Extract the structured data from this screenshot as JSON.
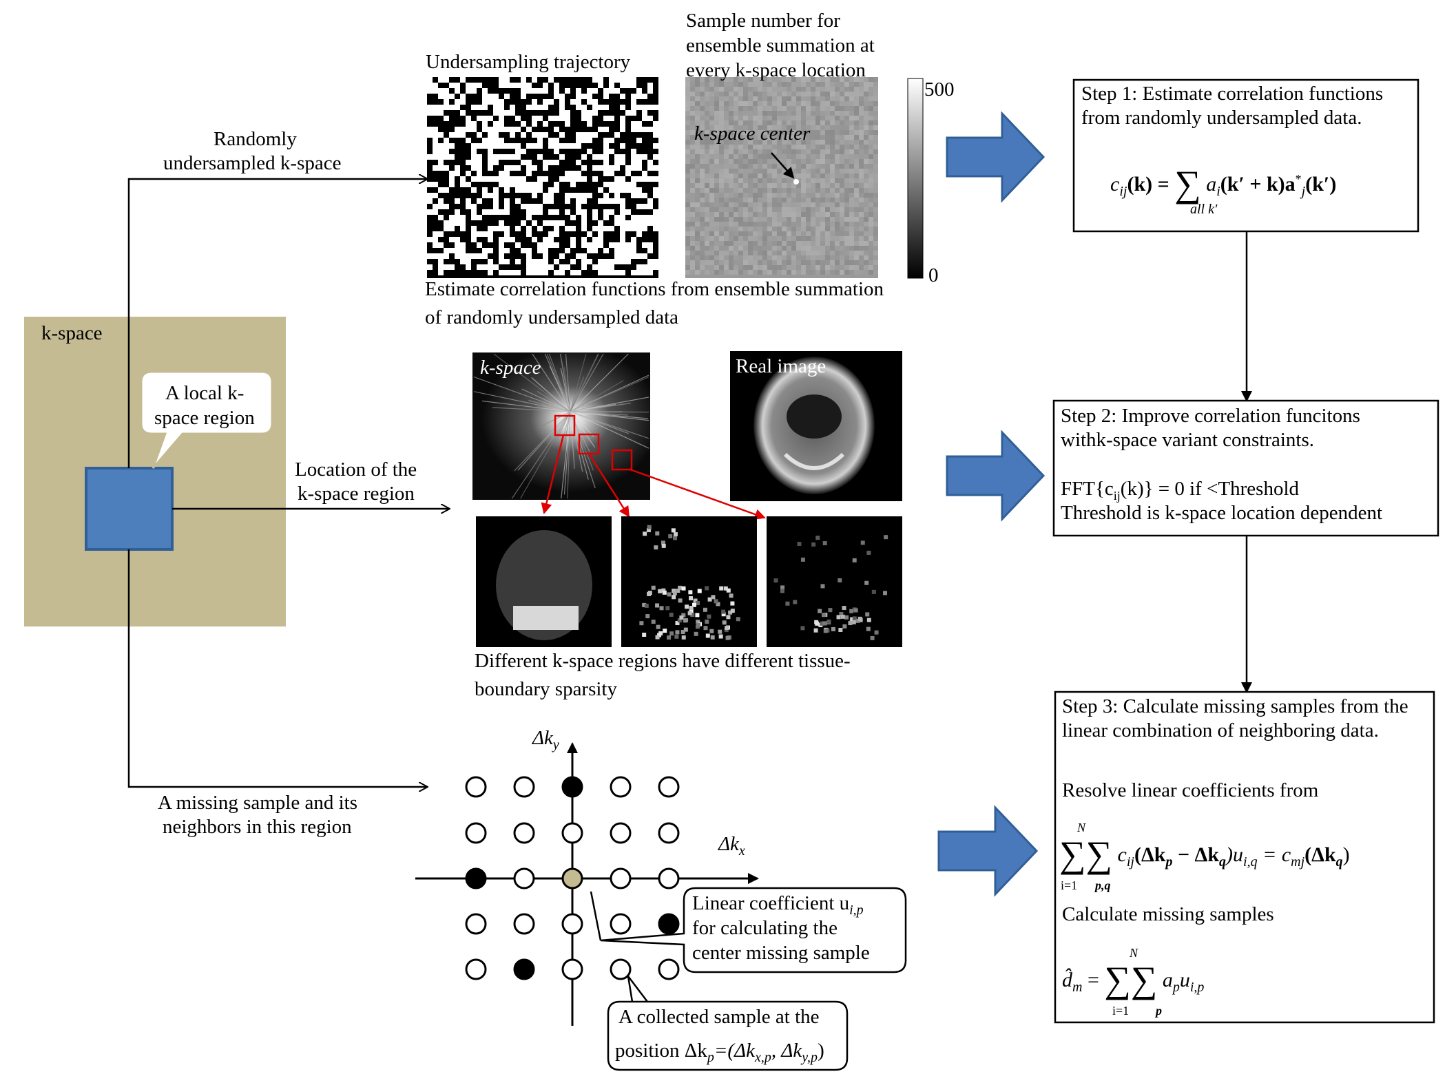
{
  "colors": {
    "kspace_panel": "#c4bb93",
    "local_region": "#4d7fbd",
    "big_arrow": "#4a79bb",
    "red_link": "#e00000",
    "collected_sample": "#000000",
    "center_sample": "#c4bb93"
  },
  "left_panel": {
    "title": "k-space",
    "callout": [
      "A local k-",
      "space region"
    ]
  },
  "branches": {
    "top_label": [
      "Randomly",
      "undersampled k-space"
    ],
    "middle_label": [
      "Location of the",
      "k-space region"
    ],
    "bottom_label": [
      "A missing sample and its",
      "neighbors in this region"
    ]
  },
  "top_row": {
    "trajectory_title": "Undersampling trajectory",
    "sample_title": [
      "Sample number for",
      "ensemble summation at",
      "every k-space location"
    ],
    "kcenter_label": "k-space center",
    "colorbar_max": "500",
    "colorbar_min": "0",
    "caption": [
      "Estimate correlation functions from ensemble summation",
      "of randomly undersampled data"
    ]
  },
  "middle_row": {
    "kspace_image_label": "k-space",
    "real_image_label": "Real image",
    "caption": [
      "Different k-space regions have different tissue-",
      "boundary sparsity"
    ]
  },
  "grid": {
    "axis_y": "Δk",
    "axis_y_sub": "y",
    "axis_x": "Δk",
    "axis_x_sub": "x",
    "callout_coef": [
      "Linear coefficient u",
      "for calculating the",
      "center missing sample"
    ],
    "coef_sub": "i,p",
    "callout_collected_1": "A collected sample at the",
    "callout_collected_2": "position Δk",
    "callout_collected_2_sub": "p",
    "callout_collected_2_rest": "=(Δk",
    "callout_collected_xp": "x,p",
    "callout_collected_comma": ",  Δk",
    "callout_collected_yp": "y,p",
    "callout_collected_close": ")",
    "filled_points": [
      [
        0,
        2
      ],
      [
        1,
        4
      ],
      [
        2,
        0
      ],
      [
        4,
        3
      ]
    ],
    "center_point": [
      2,
      2
    ]
  },
  "steps": {
    "step1": {
      "text": [
        "Step 1: Estimate correlation functions",
        "from randomly undersampled data."
      ],
      "eq_lhs": "c",
      "eq_lhs_sub": "ij",
      "eq_lhs_arg": "(k) =",
      "eq_sum_under": "all k′",
      "eq_rhs": "a",
      "eq_rhs_sub": "i",
      "eq_rhs_arg": "(k′ + k)a",
      "eq_rhs_sup": "*",
      "eq_rhs_sub2": "j",
      "eq_rhs_end": "(k′)"
    },
    "step2": {
      "text": [
        "Step 2: Improve correlation funcitons",
        "withk-space variant constraints."
      ],
      "fft_line": [
        "FFT{c",
        "ij",
        "(k)} = 0 if <Threshold"
      ],
      "threshold_line": "Threshold is k-space location dependent"
    },
    "step3": {
      "text": [
        "Step 3: Calculate missing samples from the",
        "linear combination of neighboring data."
      ],
      "resolve": "Resolve linear coefficients from",
      "eq1": [
        "c",
        "ij",
        "(Δk",
        "p",
        " − Δk",
        "q",
        ")u",
        "i,q",
        " = c",
        "mj",
        "(Δk",
        "q",
        ")"
      ],
      "sum_top": "N",
      "sum_i": "i=1",
      "sum_pq": "p,q",
      "calc": "Calculate missing samples",
      "eq2_lhs": "d̂",
      "eq2_lhs_sub": "m",
      "eq2_eq": "=",
      "eq2_rhs": [
        "a",
        "p",
        "u",
        "i,p"
      ],
      "sum_p": "p"
    }
  }
}
